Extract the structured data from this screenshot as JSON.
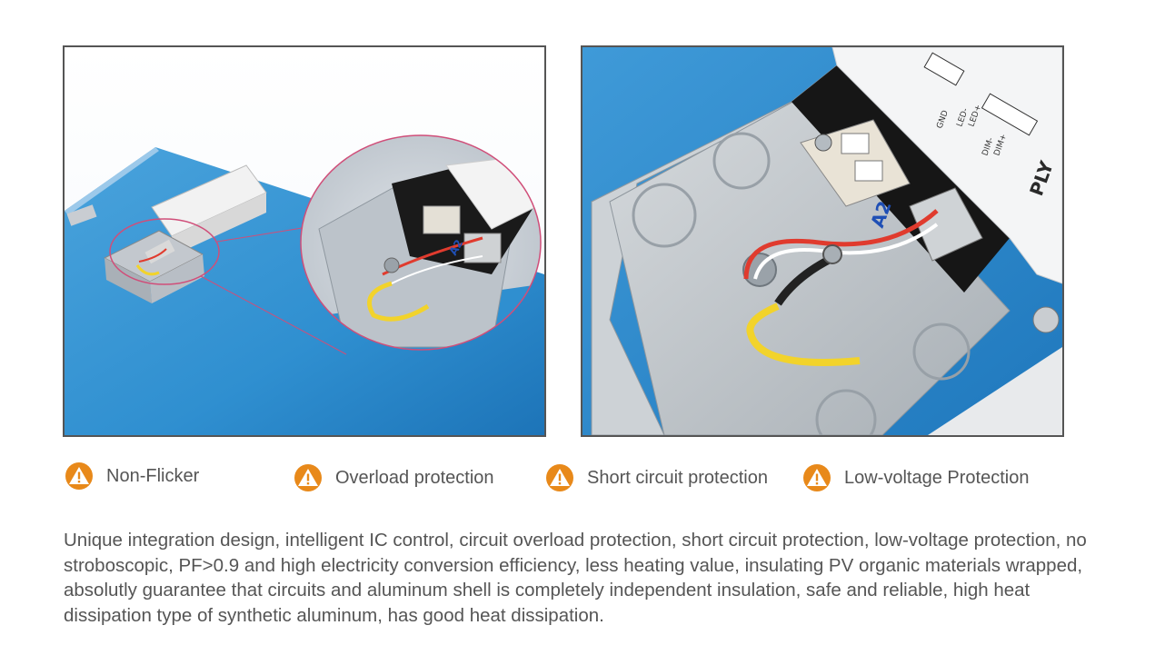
{
  "photos": [
    {
      "name": "led-panel-with-driver-box-photo"
    },
    {
      "name": "driver-junction-box-closeup-photo"
    }
  ],
  "photo_text": {
    "terminal_label": "A2",
    "driver_label": "PLY",
    "pin_labels": [
      "GND",
      "LED-",
      "LED+",
      "DIM-",
      "DIM+"
    ]
  },
  "features": [
    {
      "label": "Non-Flicker",
      "icon": "warning-icon"
    },
    {
      "label": "Overload protection",
      "icon": "warning-icon"
    },
    {
      "label": "Short circuit protection",
      "icon": "warning-icon"
    },
    {
      "label": "Low-voltage Protection",
      "icon": "warning-icon"
    }
  ],
  "colors": {
    "icon": "#e8891a",
    "text": "#555555",
    "panel_blue": "#2f8fd0"
  },
  "description": "Unique integration design, intelligent IC control, circuit overload protection, short circuit protection, low-voltage protection, no stroboscopic, PF>0.9 and high electricity conversion efficiency, less heating value, insulating PV organic materials wrapped, absolutly guarantee that circuits and aluminum shell is completely independent insulation, safe and reliable, high heat dissipation type of synthetic aluminum, has good heat dissipation."
}
